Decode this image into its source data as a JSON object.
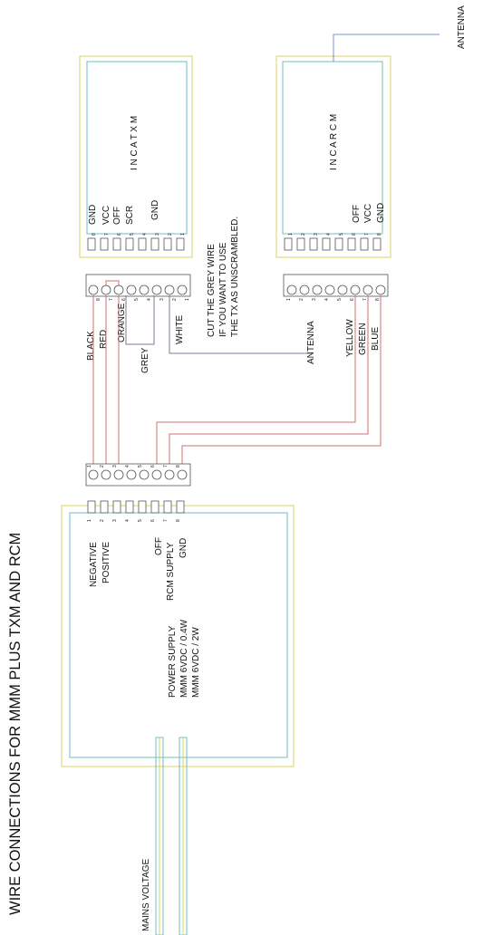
{
  "title": "WIRE CONNECTIONS FOR MMM PLUS TXM AND RCM",
  "antenna_top": "ANTENNA",
  "txm": {
    "name": "I N C A  T X M",
    "pins": [
      "GND",
      "VCC",
      "OFF",
      "SCR",
      "GND"
    ],
    "pin_numbers": [
      "8",
      "7",
      "6",
      "5",
      "4",
      "3",
      "2",
      "1"
    ]
  },
  "rcm": {
    "name": "I N C A  R C M",
    "pins": [
      "OFF",
      "VCC",
      "GND"
    ],
    "pin_numbers": [
      "1",
      "2",
      "3",
      "4",
      "5",
      "6",
      "7",
      "8"
    ]
  },
  "tx_connector": {
    "pin_numbers": [
      "8",
      "7",
      "6",
      "5",
      "4",
      "3",
      "2",
      "1"
    ],
    "wire_labels": [
      "BLACK",
      "RED",
      "ORANGE",
      "GREY",
      "WHITE"
    ]
  },
  "rx_connector": {
    "pin_numbers": [
      "1",
      "2",
      "3",
      "4",
      "5",
      "6",
      "7",
      "8"
    ],
    "wire_labels": [
      "ANTENNA",
      "YELLOW",
      "GREEN",
      "BLUE"
    ]
  },
  "note": [
    "CUT THE GREY WIRE",
    "IF YOU WANT TO USE",
    "THE TX AS UNSCRAMBLED."
  ],
  "mid_connector": {
    "pin_numbers": [
      "1",
      "2",
      "3",
      "4",
      "5",
      "6",
      "7",
      "8"
    ]
  },
  "psu": {
    "pin_numbers": [
      "1",
      "2",
      "3",
      "4",
      "5",
      "6",
      "7",
      "8"
    ],
    "pin_labels": [
      "NEGATIVE",
      "POSITIVE",
      "OFF",
      "RCM SUPPLY",
      "GND"
    ],
    "name": [
      "POWER SUPPLY",
      "MMM 6VDC / 0.4W",
      "MMM 6VDC / 2W"
    ]
  },
  "mains": "MAINS VOLTAGE"
}
